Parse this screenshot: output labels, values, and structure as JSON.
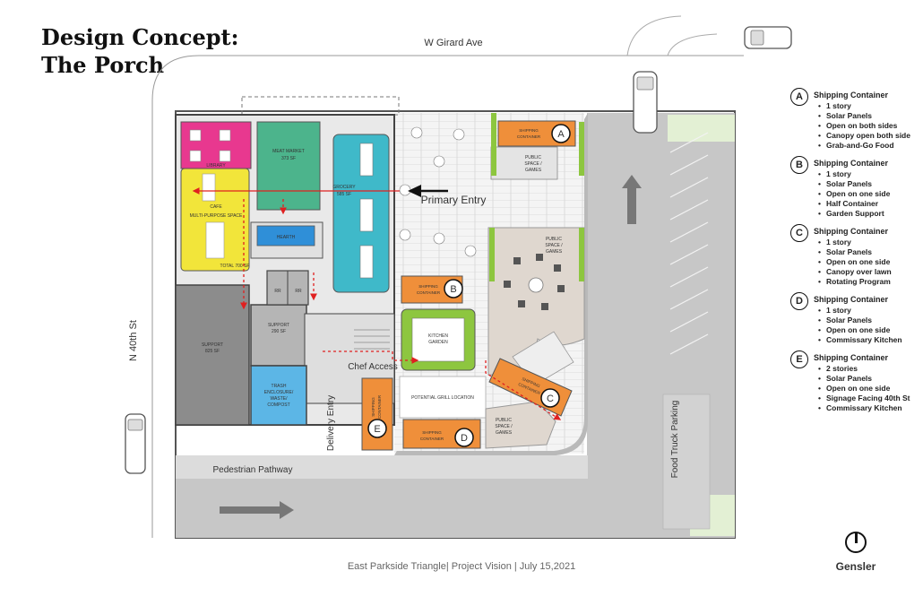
{
  "title": {
    "line1": "Design Concept:",
    "line2": "The Porch"
  },
  "streets": {
    "north": "W Girard Ave",
    "west": "N 40th St",
    "pedestrian": "Pedestrian Pathway",
    "food_truck": "Food Truck Parking"
  },
  "annotations": {
    "primary_entry": "Primary Entry",
    "chef_access": "Chef Access",
    "delivery_entry": "Delivery Entry"
  },
  "rooms": {
    "library": "LIBRARY",
    "cafe": "CAFE",
    "multipurpose": "MULTI-PURPOSE SPACE",
    "multipurpose_total": "TOTAL 700 SF",
    "meat_market": "MEAT MARKET",
    "meat_market_sf": "373 SF",
    "grocery": "GROCERY",
    "grocery_sf": "585 SF",
    "hearth": "HEARTH",
    "rr1": "RR",
    "rr2": "RR",
    "support1": "SUPPORT",
    "support1_sf": "825 SF",
    "support2": "SUPPORT",
    "support2_sf": "290 SF",
    "trash": [
      "TRASH",
      "ENCLOSURE/",
      "WASTE/",
      "COMPOST"
    ],
    "kitchen_garden": [
      "KITCHEN",
      "GARDEN"
    ],
    "grill": "POTENTIAL GRILL LOCATION",
    "public1": [
      "PUBLIC",
      "SPACE /",
      "GAMES"
    ],
    "public2": [
      "PUBLIC",
      "SPACE /",
      "GAMES"
    ],
    "public3": [
      "PUBLIC",
      "SPACE /",
      "GAMES"
    ],
    "container_label": [
      "SHIPPING",
      "CONTAINER"
    ]
  },
  "containers": [
    {
      "letter": "A",
      "title": "Shipping Container",
      "items": [
        "1 story",
        "Solar Panels",
        "Open on both sides",
        "Canopy open both side",
        "Grab-and-Go Food"
      ]
    },
    {
      "letter": "B",
      "title": "Shipping Container",
      "items": [
        "1 story",
        "Solar Panels",
        "Open on one side",
        "Half Container",
        "Garden Support"
      ]
    },
    {
      "letter": "C",
      "title": "Shipping Container",
      "items": [
        "1 story",
        "Solar Panels",
        "Open on one side",
        "Canopy over lawn",
        "Rotating Program"
      ]
    },
    {
      "letter": "D",
      "title": "Shipping Container",
      "items": [
        "1 story",
        "Solar Panels",
        "Open on one side",
        "Commissary Kitchen"
      ]
    },
    {
      "letter": "E",
      "title": "Shipping Container",
      "items": [
        "2 stories",
        "Solar Panels",
        "Open on one side",
        "Signage Facing 40th St",
        "Commissary Kitchen"
      ]
    }
  ],
  "footer": "East Parkside Triangle| Project Vision | July 15,2021",
  "logo": "Gensler",
  "colors": {
    "container": "#ef8f3a",
    "library": "#e8388f",
    "cafe": "#f2e53a",
    "meat_market": "#4cb48c",
    "grocery": "#3fb9c9",
    "hearth": "#2f8fd8",
    "trash": "#5cb6e6",
    "kitchen_garden": "#8dc63f",
    "arrow": "#e02020"
  }
}
